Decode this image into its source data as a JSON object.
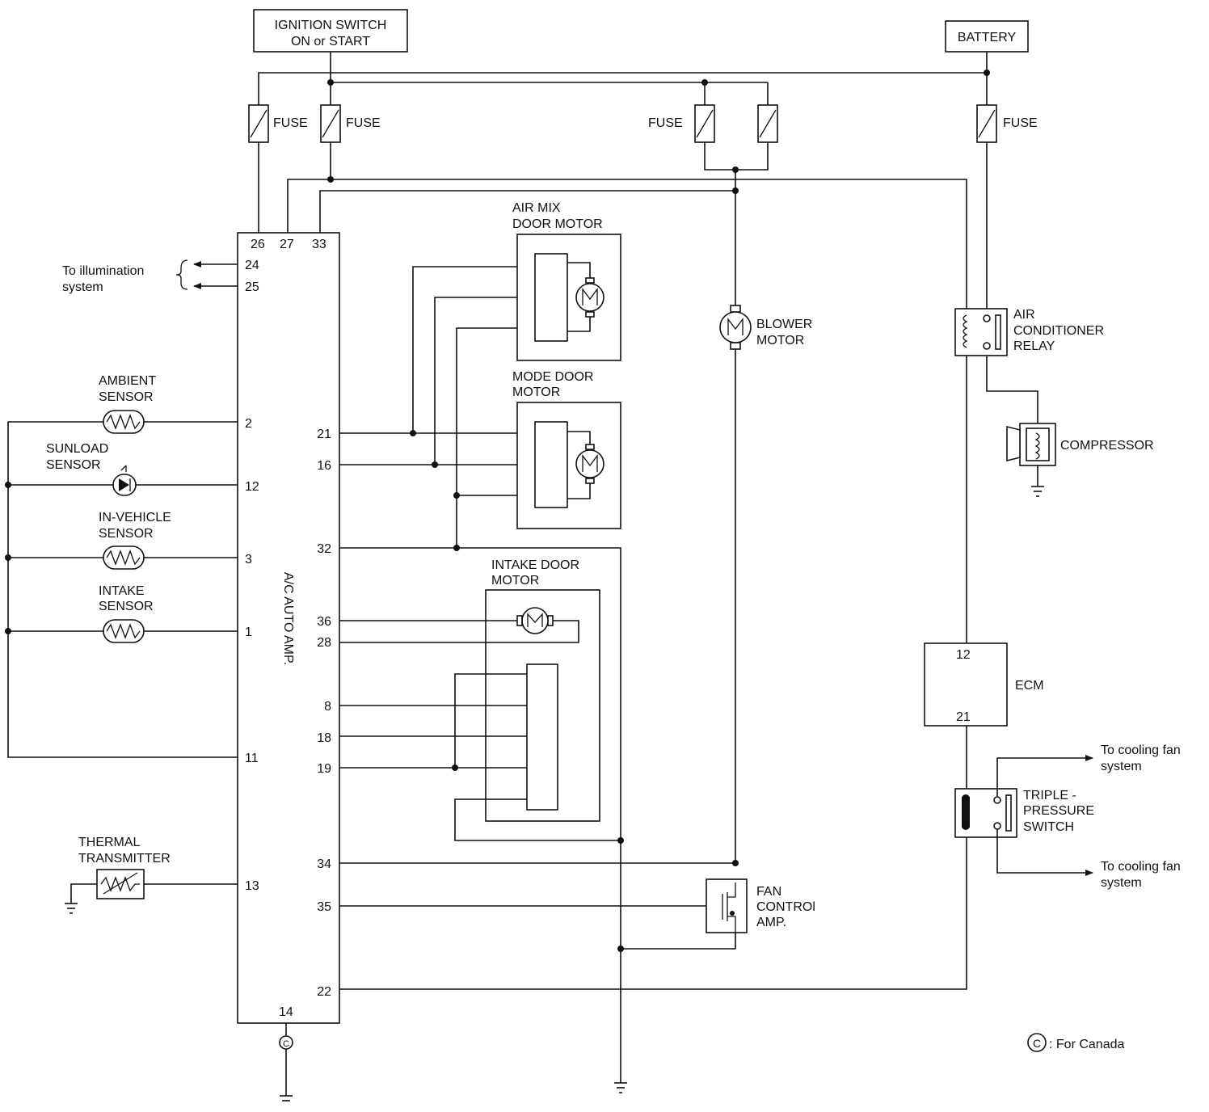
{
  "labels": {
    "ignition_line1": "IGNITION SWITCH",
    "ignition_line2": "ON or START",
    "battery": "BATTERY",
    "fuse": "FUSE",
    "amp": "A/C AUTO AMP.",
    "air_mix_line1": "AIR MIX",
    "air_mix_line2": "DOOR MOTOR",
    "mode_door_line1": "MODE DOOR",
    "mode_door_line2": "MOTOR",
    "intake_door_line1": "INTAKE DOOR",
    "intake_door_line2": "MOTOR",
    "blower_line1": "BLOWER",
    "blower_line2": "MOTOR",
    "relay_line1": "AIR",
    "relay_line2": "CONDITIONER",
    "relay_line3": "RELAY",
    "compressor": "COMPRESSOR",
    "ecm": "ECM",
    "triple_line1": "TRIPLE -",
    "triple_line2": "PRESSURE",
    "triple_line3": "SWITCH",
    "cooling_fan_line1": "To cooling fan",
    "cooling_fan_line2": "system",
    "fan_amp_line1": "FAN",
    "fan_amp_line2": "CONTROl",
    "fan_amp_line3": "AMP.",
    "illumination_line1": "To illumination",
    "illumination_line2": "system",
    "ambient_line1": "AMBIENT",
    "ambient_line2": "SENSOR",
    "sunload_line1": "SUNLOAD",
    "sunload_line2": "SENSOR",
    "invehicle_line1": "IN-VEHICLE",
    "invehicle_line2": "SENSOR",
    "intake_sensor_line1": "INTAKE",
    "intake_sensor_line2": "SENSOR",
    "thermal_line1": "THERMAL",
    "thermal_line2": "TRANSMITTER",
    "canada_symbol": "C",
    "canada_note": ": For Canada"
  },
  "amp_pins": {
    "p26": "26",
    "p27": "27",
    "p33": "33",
    "p24": "24",
    "p25": "25",
    "p2": "2",
    "p12": "12",
    "p3": "3",
    "p1": "1",
    "p11": "11",
    "p13": "13",
    "p21": "21",
    "p16": "16",
    "p32": "32",
    "p36": "36",
    "p28": "28",
    "p8": "8",
    "p18": "18",
    "p19": "19",
    "p34": "34",
    "p35": "35",
    "p22": "22",
    "p14": "14"
  },
  "ecm_pins": {
    "p12": "12",
    "p21": "21"
  }
}
